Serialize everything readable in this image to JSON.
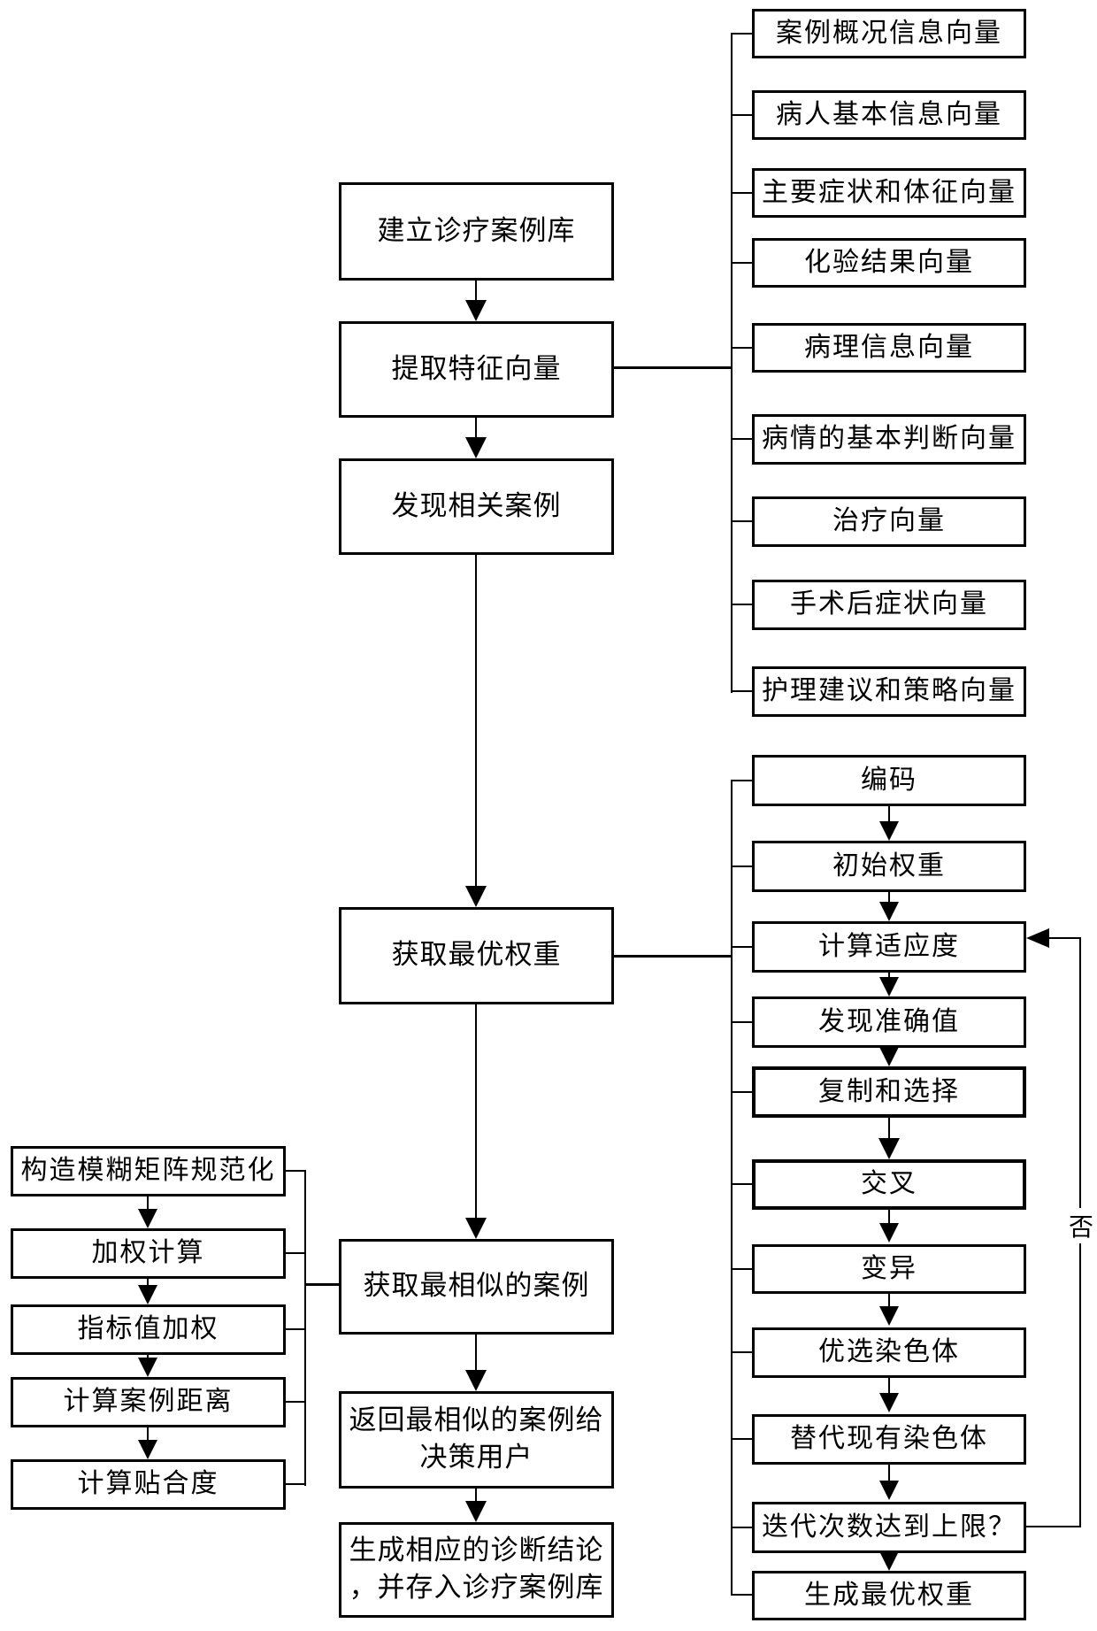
{
  "colors": {
    "line": "#000000",
    "background": "#ffffff",
    "box_fill": "#ffffff"
  },
  "main_flow": {
    "steps": [
      "建立诊疗案例库",
      "提取特征向量",
      "发现相关案例",
      "获取最优权重",
      "获取最相似的案例",
      "返回最相似的案例给\n决策用户",
      "生成相应的诊断结论\n，并存入诊疗案例库"
    ]
  },
  "feature_vectors": {
    "items": [
      "案例概况信息向量",
      "病人基本信息向量",
      "主要症状和体征向量",
      "化验结果向量",
      "病理信息向量",
      "病情的基本判断向量",
      "治疗向量",
      "手术后症状向量",
      "护理建议和策略向量"
    ]
  },
  "genetic_algorithm": {
    "steps": [
      "编码",
      "初始权重",
      "计算适应度",
      "发现准确值",
      "复制和选择",
      "交叉",
      "变异",
      "优选染色体",
      "替代现有染色体",
      "迭代次数达到上限？",
      "生成最优权重"
    ],
    "loop_label": "否"
  },
  "similarity_calc": {
    "steps": [
      "构造模糊矩阵规范化",
      "加权计算",
      "指标值加权",
      "计算案例距离",
      "计算贴合度"
    ]
  }
}
